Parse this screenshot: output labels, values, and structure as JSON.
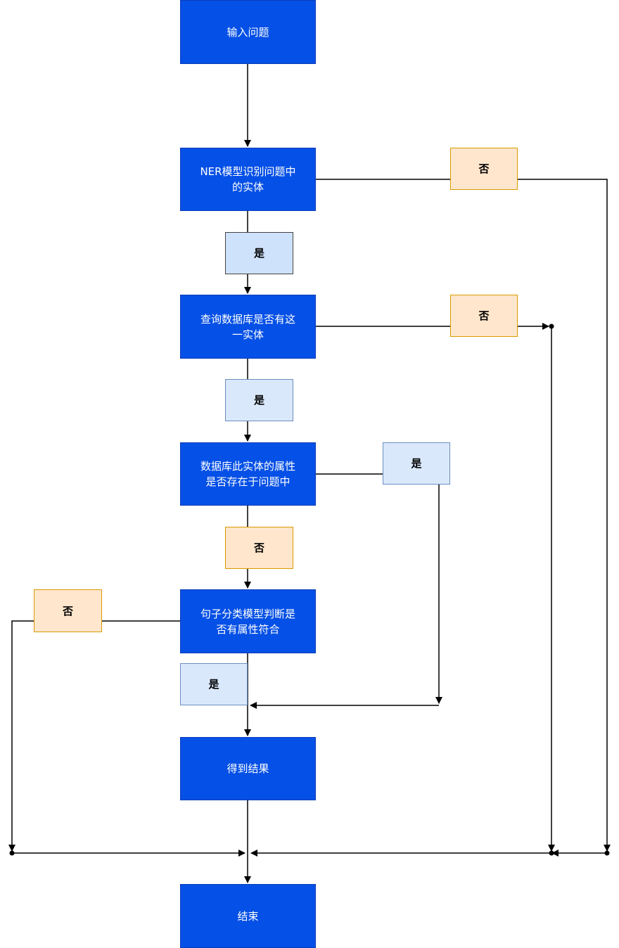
{
  "nodes": {
    "input_question": "输入问题",
    "ner": "NER模型识别问题中\n的实体",
    "query_db": "查询数据库是否有这\n一实体",
    "attr_check": "数据库此实体的属性\n是否存在于问题中",
    "sentence_cls": "句子分类模型判断是\n否有属性符合",
    "get_result": "得到结果",
    "end": "结束"
  },
  "labels": {
    "yes_ner": "是",
    "yes_query": "是",
    "yes_attr": "是",
    "yes_cls": "是",
    "no_ner": "否",
    "no_query": "否",
    "no_attr": "否",
    "no_cls": "否"
  },
  "colors": {
    "process_fill": "#0550e6",
    "yes_fill": "#dae8fc",
    "no_fill": "#ffe6cc",
    "edge": "#000000"
  }
}
